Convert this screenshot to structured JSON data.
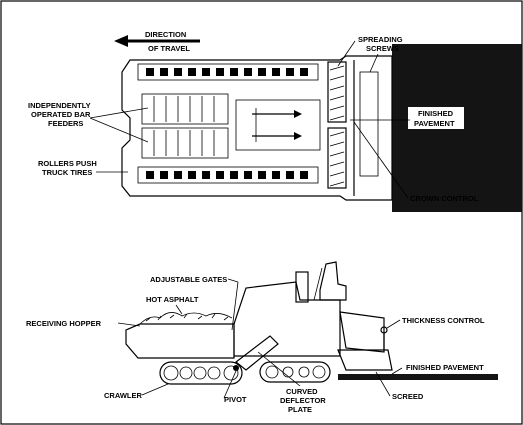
{
  "labels": {
    "direction_line1": "DIRECTION",
    "direction_line2": "OF TRAVEL",
    "spreading_line1": "SPREADING",
    "spreading_line2": "SCREWS",
    "bar_feeders_line1": "INDEPENDENTLY",
    "bar_feeders_line2": "OPERATED BAR",
    "bar_feeders_line3": "FEEDERS",
    "rollers_line1": "ROLLERS PUSH",
    "rollers_line2": "TRUCK TIRES",
    "finished_top_line1": "FINISHED",
    "finished_top_line2": "PAVEMENT",
    "crown_control": "CROWN CONTROL",
    "adjustable_gates": "ADJUSTABLE GATES",
    "hot_asphalt": "HOT ASPHALT",
    "receiving_hopper": "RECEIVING HOPPER",
    "thickness_control": "THICKNESS CONTROL",
    "finished_pavement": "FINISHED PAVEMENT",
    "crawler": "CRAWLER",
    "pivot": "PIVOT",
    "curved_line1": "CURVED",
    "curved_line2": "DEFLECTOR",
    "curved_line3": "PLATE",
    "screed": "SCREED"
  },
  "colors": {
    "ink": "#000000",
    "paper": "#ffffff",
    "pavement": "#141414"
  }
}
